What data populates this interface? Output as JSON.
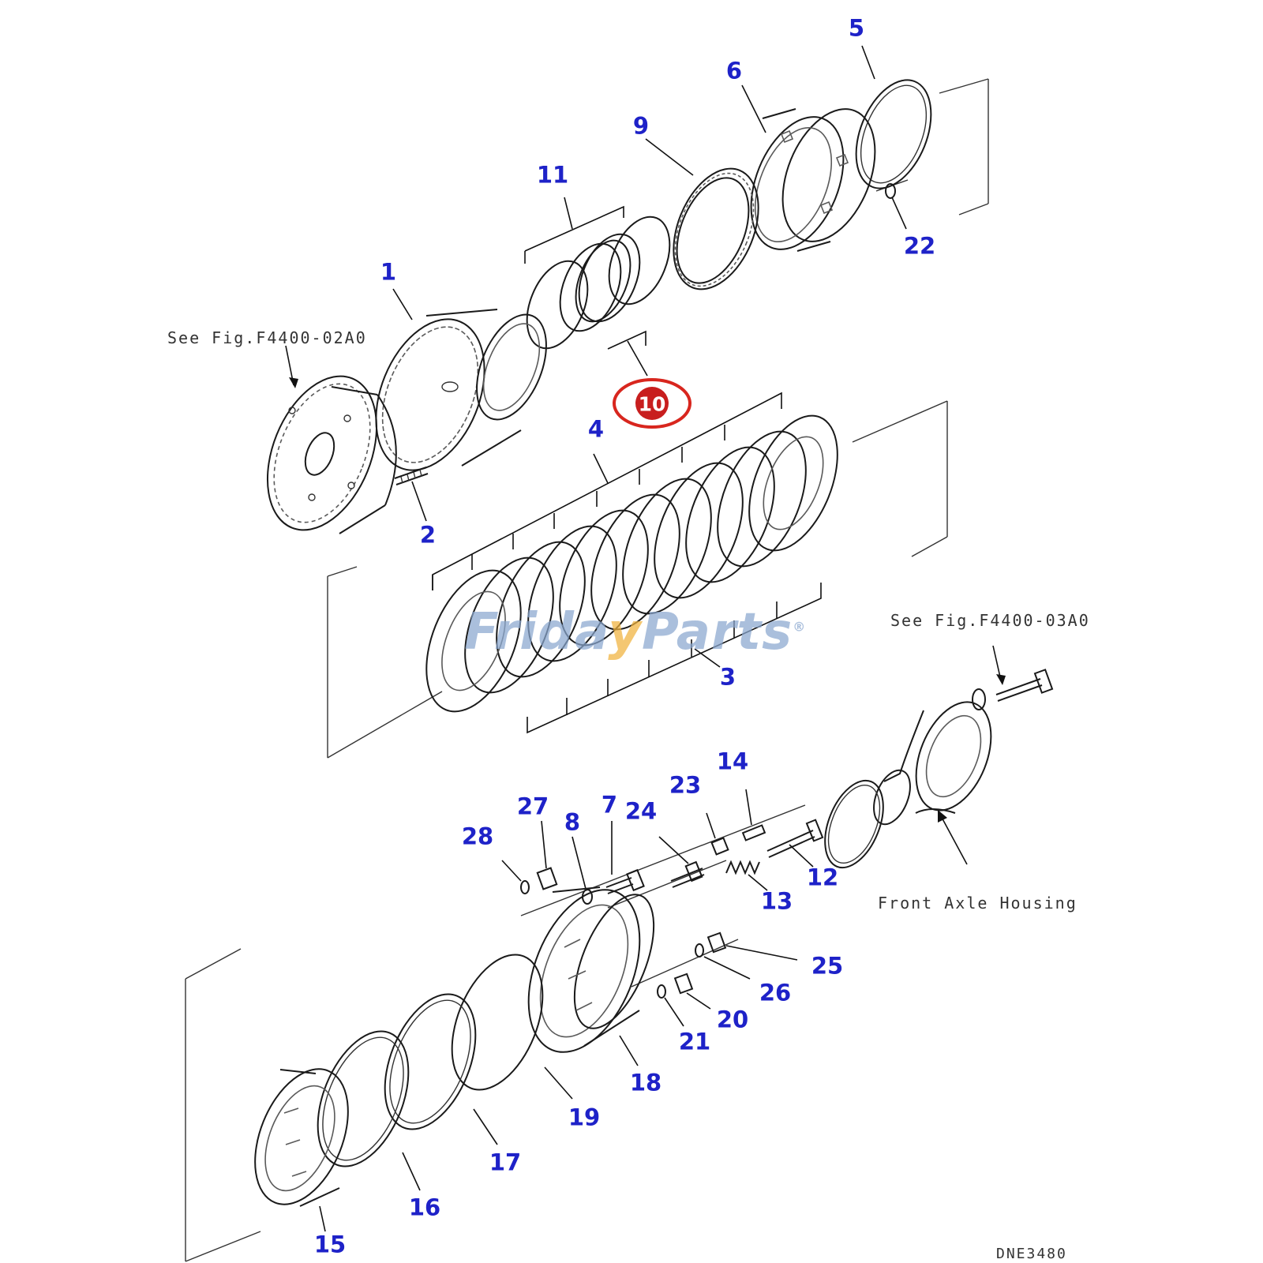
{
  "diagram": {
    "references": {
      "upper": "See Fig.F4400-02A0",
      "right": "See Fig.F4400-03A0",
      "housing": "Front Axle Housing",
      "drawing_code": "DNE3480"
    },
    "highlight": {
      "label": "10",
      "ring_color": "#d8261e",
      "fill_color": "#c81e1e"
    },
    "watermark": {
      "part1": "Frida",
      "part2": "y",
      "part3": "Parts",
      "mark": "®"
    },
    "label_color": "#1e22c8",
    "callouts": {
      "c1": "1",
      "c2": "2",
      "c3": "3",
      "c4": "4",
      "c5": "5",
      "c6": "6",
      "c7": "7",
      "c8": "8",
      "c9": "9",
      "c11": "11",
      "c12": "12",
      "c13": "13",
      "c14": "14",
      "c15": "15",
      "c16": "16",
      "c17": "17",
      "c18": "18",
      "c19": "19",
      "c20": "20",
      "c21": "21",
      "c22": "22",
      "c23": "23",
      "c24": "24",
      "c25": "25",
      "c26": "26",
      "c27": "27",
      "c28": "28"
    }
  }
}
